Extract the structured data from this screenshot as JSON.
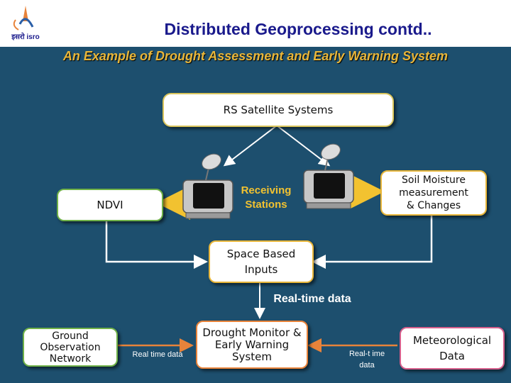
{
  "header": {
    "title": "Distributed Geoprocessing contd..",
    "subtitle": "An Example of Drought Assessment and Early Warning System",
    "logo_text": "इसरो isro"
  },
  "nodes": {
    "rs": "RS Satellite Systems",
    "ndvi": "NDVI",
    "soil": [
      "Soil Moisture",
      "measurement",
      "& Changes"
    ],
    "space": [
      "Space Based",
      "Inputs"
    ],
    "ground": [
      "Ground",
      "Observation",
      "Network"
    ],
    "drought": [
      "Drought Monitor &",
      "Early Warning",
      "System"
    ],
    "met": [
      "Meteorological",
      "Data"
    ]
  },
  "labels": {
    "receiving": [
      "Receiving",
      "Stations"
    ],
    "realtime_main": "Real-time data",
    "realtime_left": "Real time data",
    "realtime_right": [
      "Real-t ime",
      "data"
    ]
  },
  "colors": {
    "background": "#1d4f6e",
    "accent_yellow": "#e8b63a",
    "arrow": "#ffffff"
  }
}
